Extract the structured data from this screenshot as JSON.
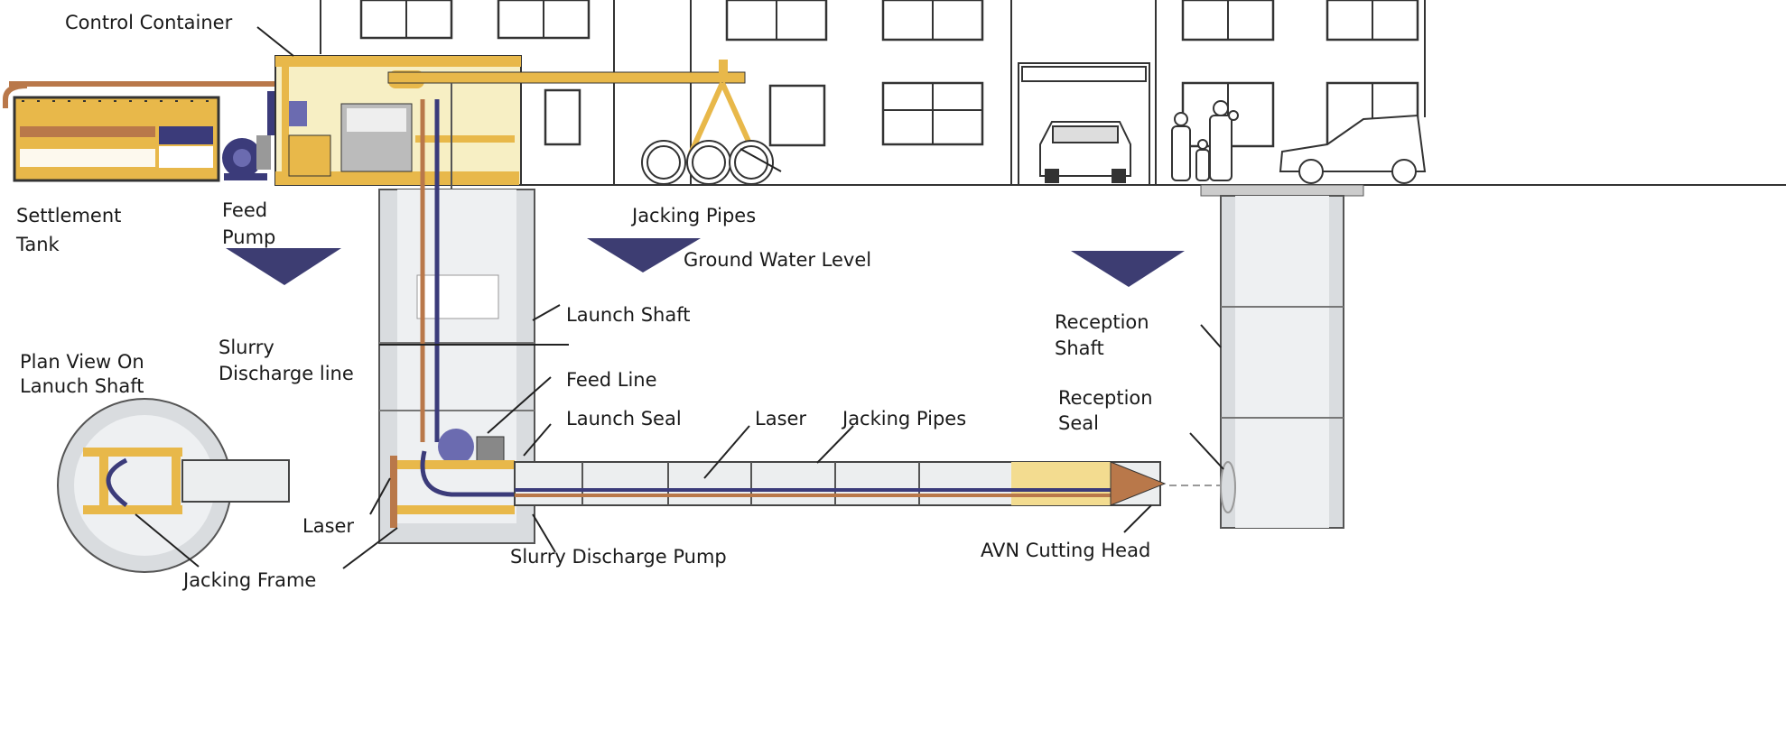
{
  "title": "Microtunnelling pipe jacking system",
  "colors": {
    "orange": "#e8b84a",
    "copper": "#b9784a",
    "navy": "#3b3b7a",
    "water_marker": "#3d3d72",
    "concrete": "#d9dcdf",
    "cream": "#f7efc4"
  },
  "labels": {
    "control_container": "Control Container",
    "settlement_tank": [
      "Settlement",
      "Tank"
    ],
    "feed_pump": [
      "Feed",
      "Pump"
    ],
    "jacking_pipes_surface": "Jacking Pipes",
    "ground_water_level": "Ground Water Level",
    "launch_shaft": "Launch Shaft",
    "slurry_discharge_line": [
      "Slurry",
      "Discharge line"
    ],
    "plan_view": [
      "Plan View On",
      "Lanuch Shaft"
    ],
    "feed_line": "Feed Line",
    "launch_seal": "Launch Seal",
    "laser_tunnel": "Laser",
    "jacking_pipes_tunnel": "Jacking Pipes",
    "reception_shaft": [
      "Reception",
      "Shaft"
    ],
    "reception_seal": [
      "Reception",
      "Seal"
    ],
    "laser_shaft": "Laser",
    "slurry_discharge_pump": "Slurry Discharge Pump",
    "avn_cutting_head": "AVN Cutting Head",
    "jacking_frame": "Jacking Frame"
  }
}
